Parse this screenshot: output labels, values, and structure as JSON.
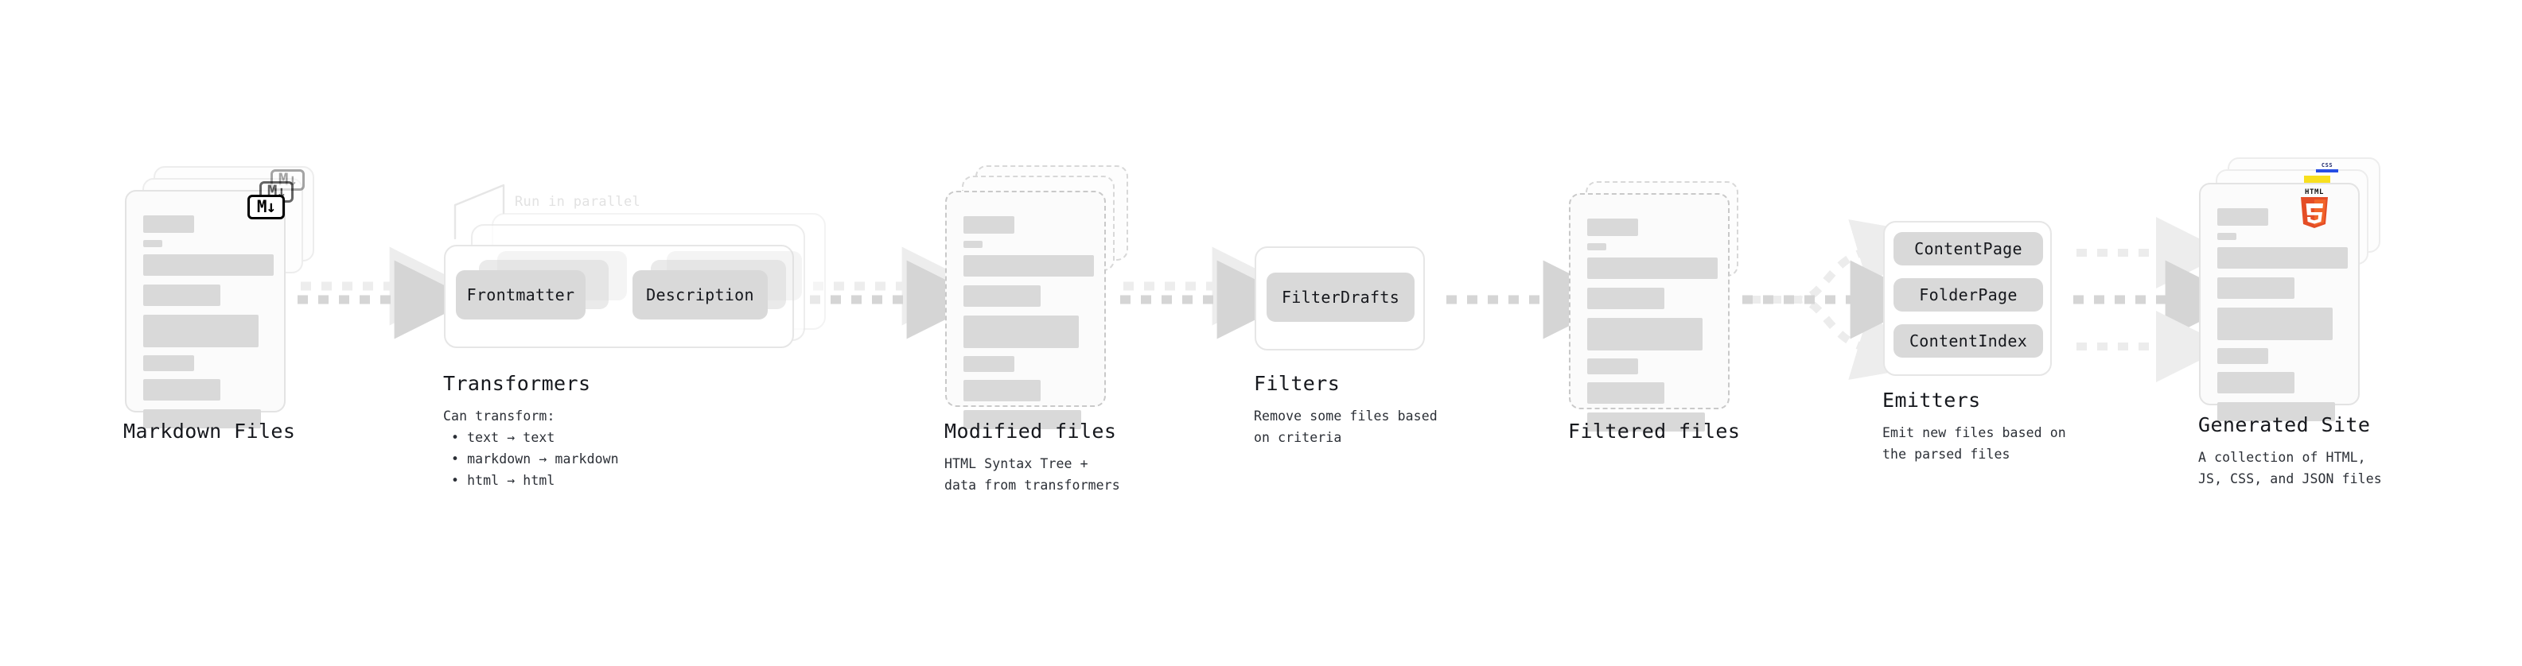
{
  "diagram": {
    "title": "Quartz content pipeline",
    "palette": {
      "skeleton": "#d9d9d9",
      "card_bg": "#fbfbfb",
      "card_border": "#e3e3e3",
      "dashed_border": "#c9c9c9",
      "arrow": "#d5d5d5",
      "arrow_faint": "#ededed",
      "chip_bg": "#d9d9d9",
      "text": "#16181d",
      "muted_label": "#e2e2e2",
      "html5_orange": "#e44d26",
      "html5_orange_light": "#f16529",
      "js_yellow": "#f7df1e",
      "css_blue": "#264de4"
    }
  },
  "stages": [
    {
      "id": "markdown-files",
      "title": "Markdown Files",
      "subtitle": "",
      "badge": "M↓",
      "badge_name": "markdown-icon",
      "stack": 3,
      "card_style": "solid"
    },
    {
      "id": "transformers",
      "title": "Transformers",
      "subtitle": "Can transform:\n • text → text\n • markdown → markdown\n • html → html",
      "parallel_label": "Run in parallel",
      "chips": [
        "Frontmatter",
        "Description"
      ],
      "stack": 3
    },
    {
      "id": "modified-files",
      "title": "Modified files",
      "subtitle": "HTML Syntax Tree +\ndata from transformers",
      "stack": 3,
      "card_style": "dashed"
    },
    {
      "id": "filters",
      "title": "Filters",
      "subtitle": "Remove some files based\non criteria",
      "chips": [
        "FilterDrafts"
      ],
      "stack": 1
    },
    {
      "id": "filtered-files",
      "title": "Filtered files",
      "subtitle": "",
      "stack": 2,
      "card_style": "dashed"
    },
    {
      "id": "emitters",
      "title": "Emitters",
      "subtitle": "Emit new files based on\nthe parsed files",
      "chips": [
        "ContentPage",
        "FolderPage",
        "ContentIndex"
      ],
      "stack": 1
    },
    {
      "id": "generated-site",
      "title": "Generated Site",
      "subtitle": "A collection of HTML,\nJS, CSS, and JSON files",
      "badges": [
        "HTML5",
        "JS",
        "CSS"
      ],
      "stack": 3,
      "card_style": "solid"
    }
  ],
  "labels": {
    "markdown_title": "Markdown Files",
    "transformers_title": "Transformers",
    "transformers_sub_head": "Can transform:",
    "transformers_sub_1": "• text → text",
    "transformers_sub_2": "• markdown → markdown",
    "transformers_sub_3": "• html → html",
    "run_in_parallel": "Run in parallel",
    "chip_frontmatter": "Frontmatter",
    "chip_description": "Description",
    "modified_title": "Modified files",
    "modified_sub_1": "HTML Syntax Tree +",
    "modified_sub_2": "data from transformers",
    "filters_title": "Filters",
    "filters_sub_1": "Remove some files based",
    "filters_sub_2": "on criteria",
    "chip_filterdrafts": "FilterDrafts",
    "filtered_title": "Filtered files",
    "emitters_title": "Emitters",
    "emitters_sub_1": "Emit new files based on",
    "emitters_sub_2": "the parsed files",
    "chip_contentpage": "ContentPage",
    "chip_folderpage": "FolderPage",
    "chip_contentindex": "ContentIndex",
    "generated_title": "Generated Site",
    "generated_sub_1": "A collection of HTML,",
    "generated_sub_2": "JS, CSS, and JSON files",
    "md_badge": "M↓",
    "html5_word": "HTML",
    "html5_digit": "5"
  }
}
